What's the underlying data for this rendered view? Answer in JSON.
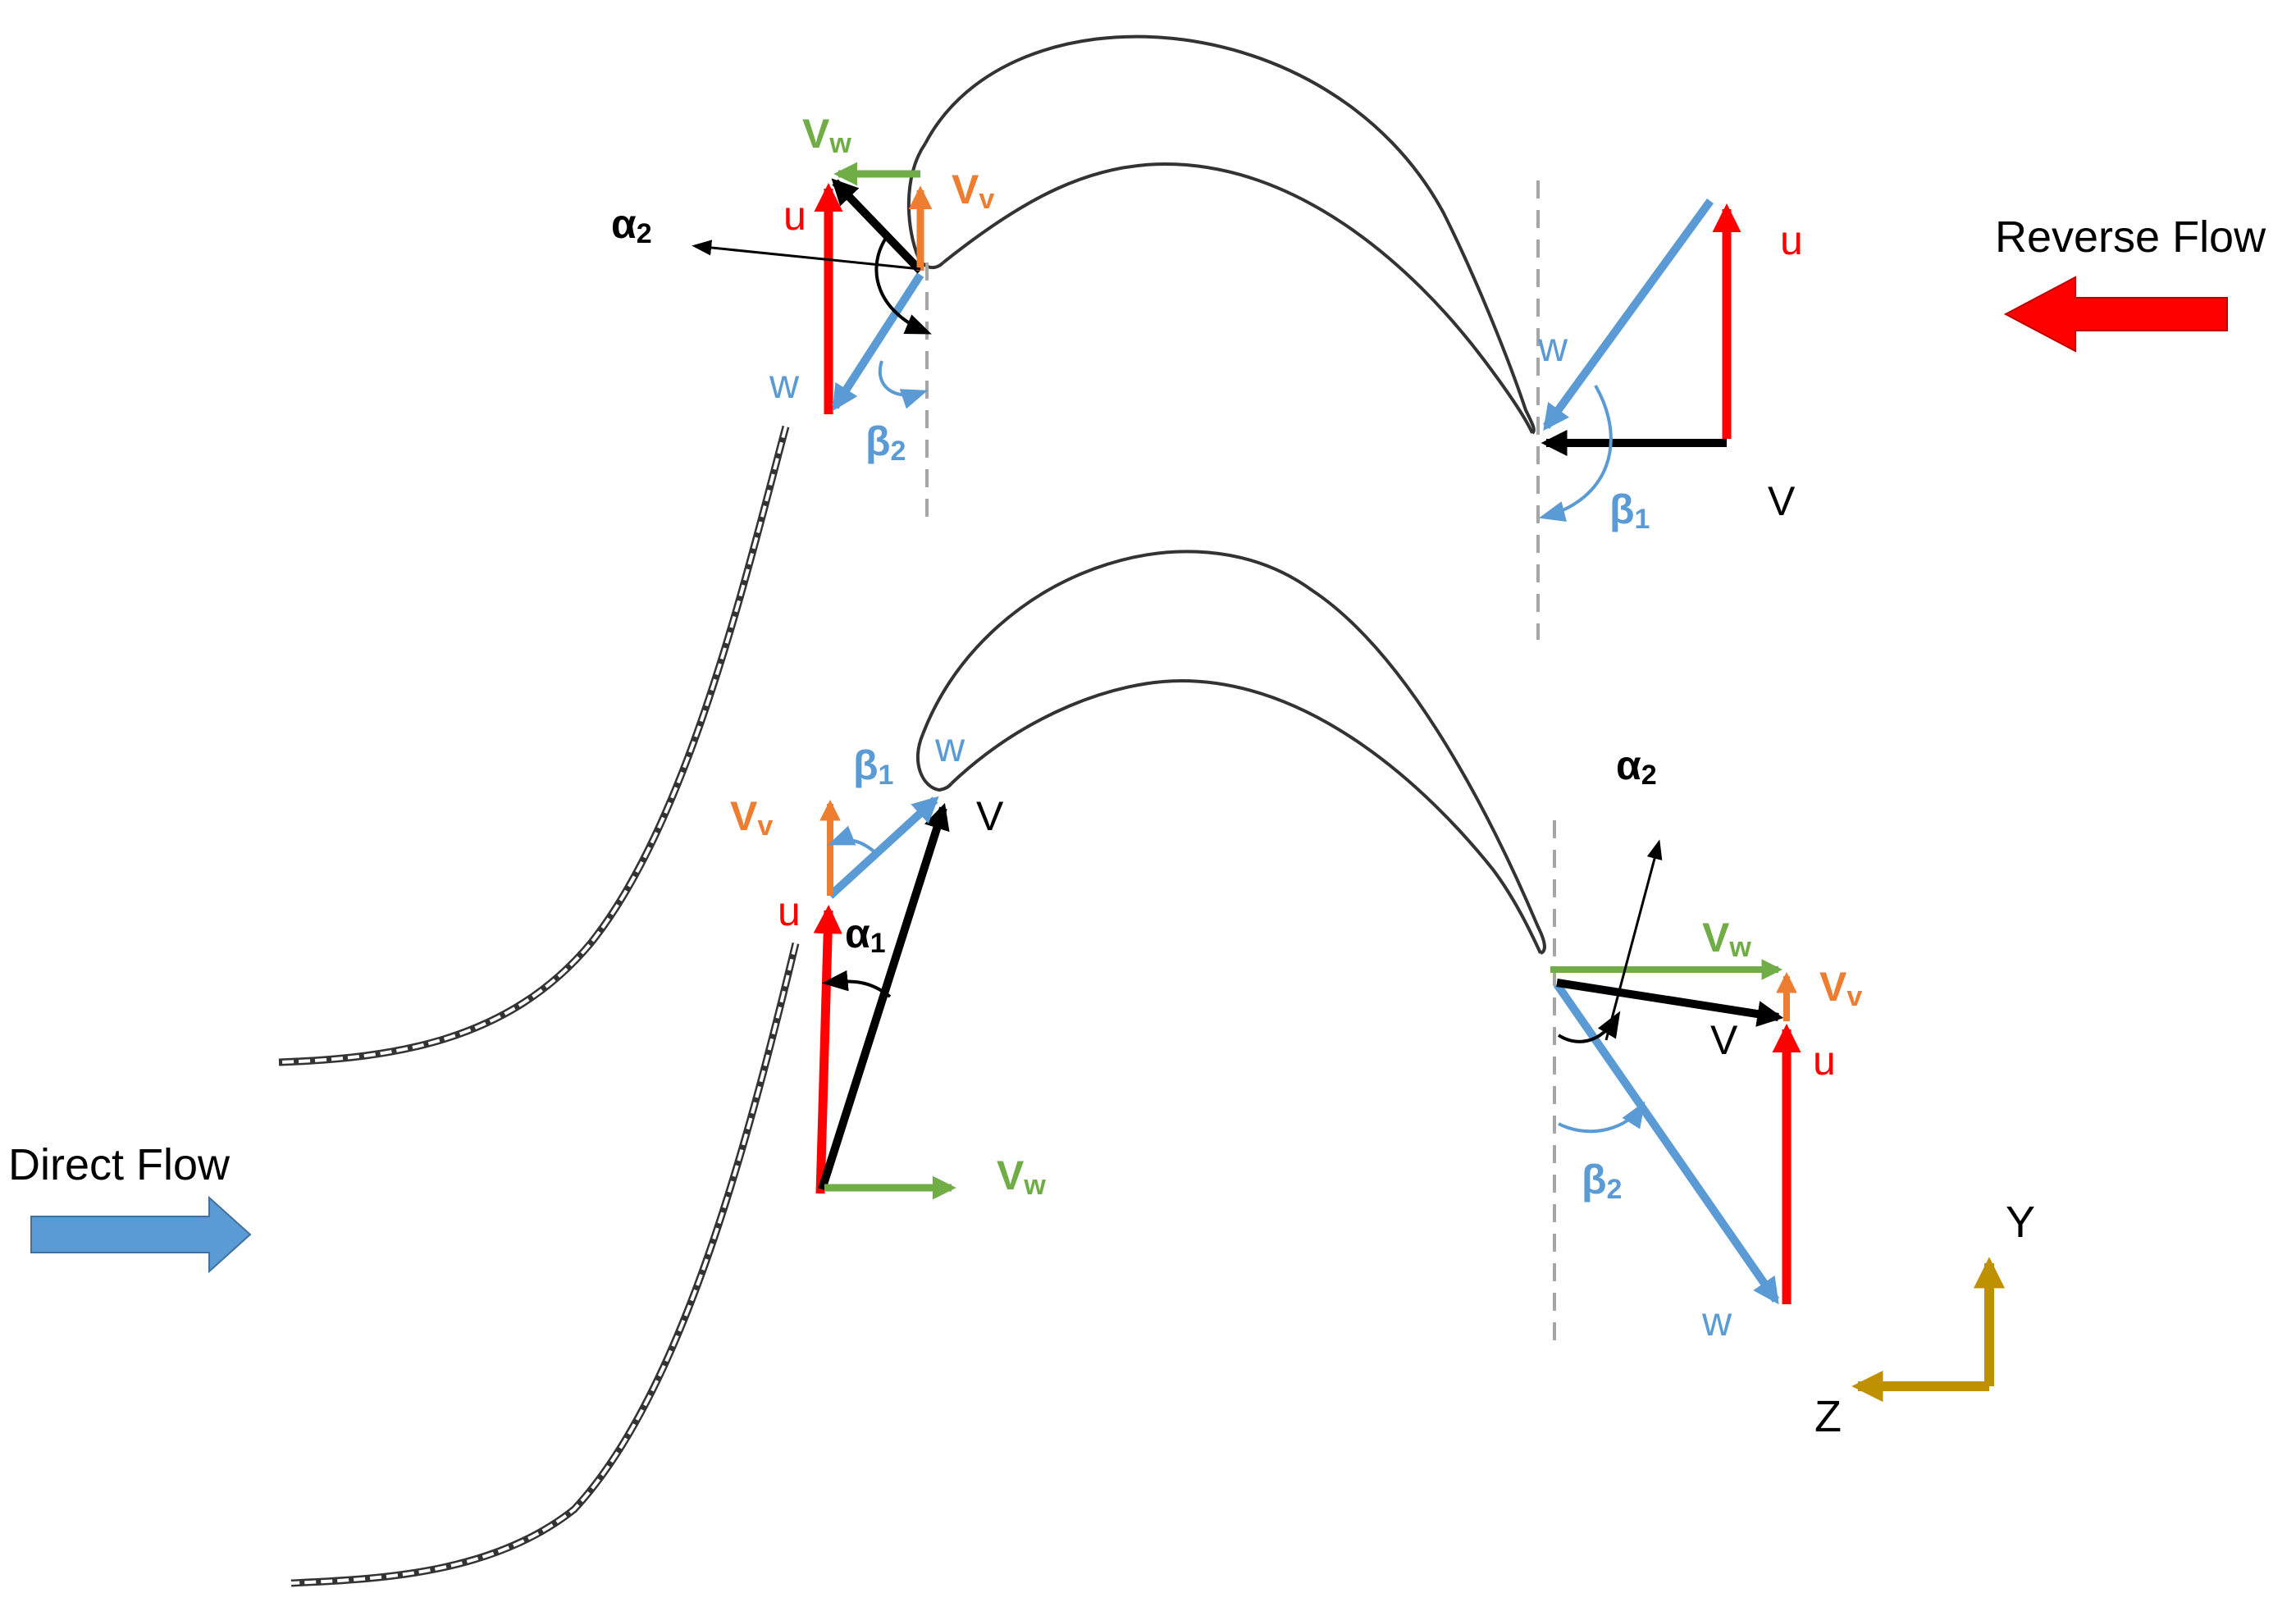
{
  "labels": {
    "reverse_flow": "Reverse Flow",
    "direct_flow": "Direct Flow",
    "axis_y": "Y",
    "axis_z": "Z",
    "u": "u",
    "w": "w",
    "V": "V",
    "V_letter": "V",
    "sub_w": "w",
    "sub_v": "v",
    "alpha": "α",
    "beta": "β",
    "sub_1": "1",
    "sub_2": "2"
  },
  "colors": {
    "u": "#ff0000",
    "w": "#5b9bd5",
    "V": "#000000",
    "Vw": "#70ad47",
    "Vv": "#ed7d31",
    "reverse_arrow": "#ff0000",
    "direct_arrow": "#5b9bd5",
    "axes": "#bf9000",
    "blade": "#333333",
    "dashed": "#a6a6a6"
  }
}
